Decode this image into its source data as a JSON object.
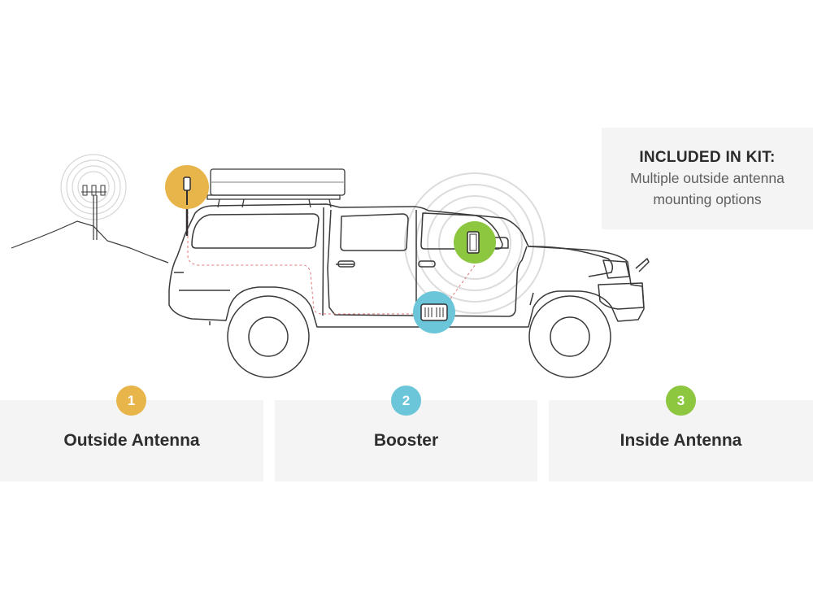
{
  "kit_box": {
    "title": "INCLUDED IN KIT:",
    "lines": [
      "Multiple outside antenna",
      "mounting options"
    ]
  },
  "steps": [
    {
      "number": "1",
      "label": "Outside Antenna",
      "color": "#e8b54b"
    },
    {
      "number": "2",
      "label": "Booster",
      "color": "#6cc6d9"
    },
    {
      "number": "3",
      "label": "Inside Antenna",
      "color": "#8dc63f"
    }
  ],
  "colors": {
    "outline": "#3a3a3a",
    "panel_bg": "#f4f4f4",
    "signal_rings": "#d9d9d9",
    "cable": "#e07a7a"
  },
  "icons": [
    "cell-tower-icon",
    "outside-antenna-icon",
    "booster-icon",
    "inside-antenna-icon"
  ]
}
